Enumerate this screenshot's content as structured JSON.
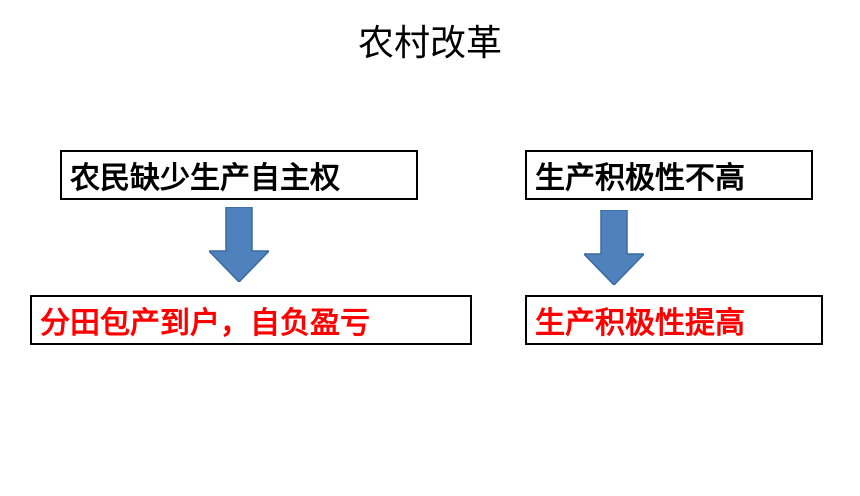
{
  "title": "农村改革",
  "left_column": {
    "problem": "农民缺少生产自主权",
    "reform": "分田包产到户，自负盈亏"
  },
  "right_column": {
    "problem": "生产积极性不高",
    "result": "生产积极性提高"
  },
  "colors": {
    "arrow_fill": "#4f81bd",
    "arrow_stroke": "#3b6a9f",
    "highlight_text": "#ff0000",
    "border": "#000000"
  }
}
